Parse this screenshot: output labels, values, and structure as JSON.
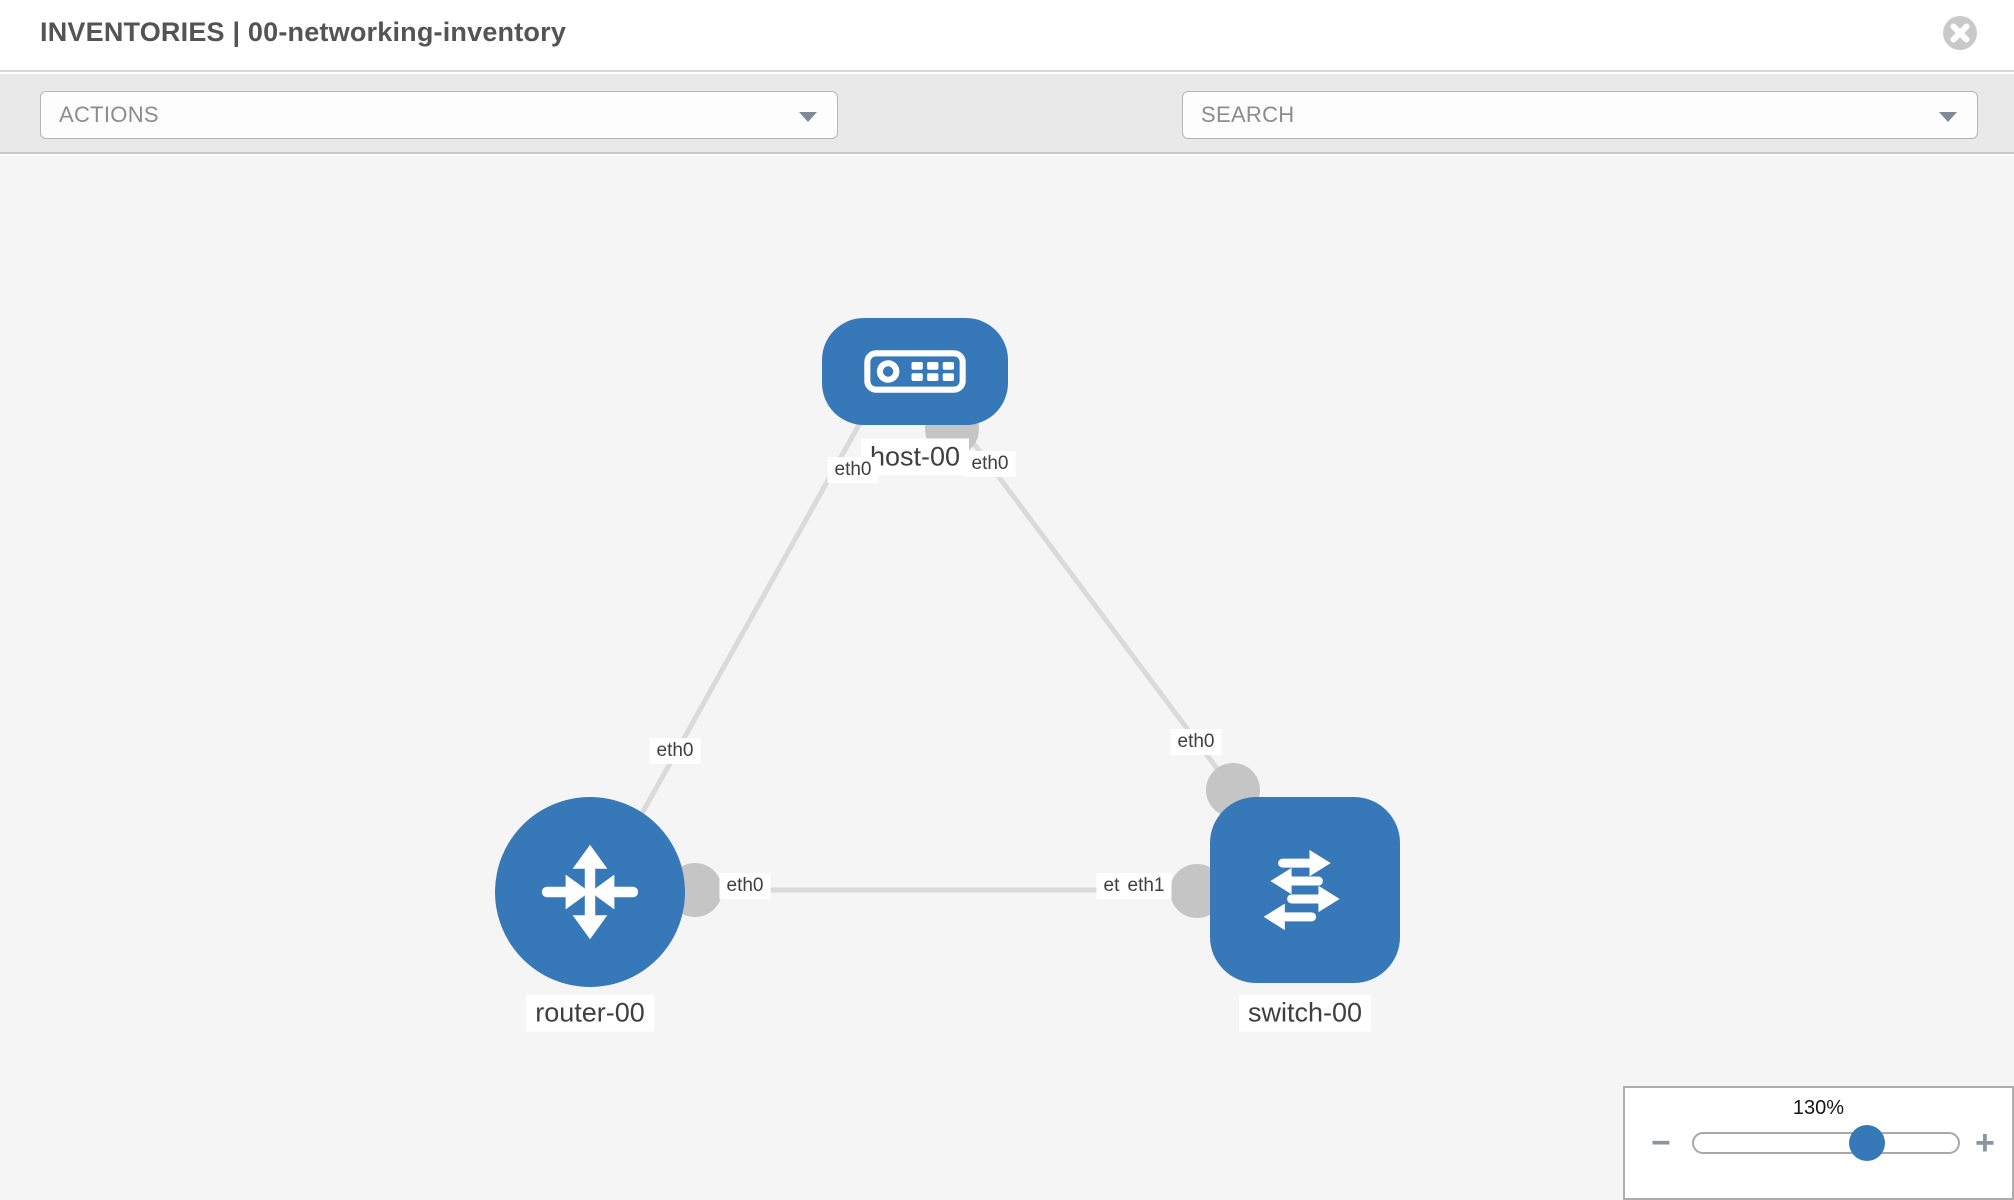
{
  "header": {
    "title": "INVENTORIES | 00-networking-inventory"
  },
  "toolbar": {
    "actions_label": "ACTIONS",
    "search_label": "SEARCH",
    "icons": [
      "wrench-icon",
      "key-icon"
    ]
  },
  "topology": {
    "nodes": [
      {
        "id": "host-00",
        "label": "host-00",
        "type": "host"
      },
      {
        "id": "router-00",
        "label": "router-00",
        "type": "router"
      },
      {
        "id": "switch-00",
        "label": "switch-00",
        "type": "switch"
      }
    ],
    "links": [
      {
        "from": "host-00",
        "to": "router-00"
      },
      {
        "from": "host-00",
        "to": "switch-00"
      },
      {
        "from": "router-00",
        "to": "switch-00"
      }
    ],
    "interfaces": [
      {
        "text": "eth0",
        "node": "host-00",
        "position": "below-left"
      },
      {
        "text": "eth0",
        "node": "host-00",
        "position": "below-right"
      },
      {
        "text": "eth0",
        "node": "router-00",
        "position": "link-to-host"
      },
      {
        "text": "eth0",
        "node": "switch-00",
        "position": "link-to-host"
      },
      {
        "text": "eth0",
        "node": "router-00",
        "position": "link-to-switch"
      },
      {
        "text": "eth0",
        "node": "switch-00",
        "position": "link-to-router-back"
      },
      {
        "text": "eth1",
        "node": "switch-00",
        "position": "link-to-router-front"
      }
    ]
  },
  "zoom_control": {
    "value": "130%",
    "percent": 130,
    "minus_label": "−",
    "plus_label": "+"
  },
  "colors": {
    "node_blue": "#3779b8",
    "edge_gray": "#dadada",
    "dot_gray": "#c5c5c5",
    "canvas_bg": "#f5f5f5",
    "toolbar_bg": "#e9e9e9"
  }
}
